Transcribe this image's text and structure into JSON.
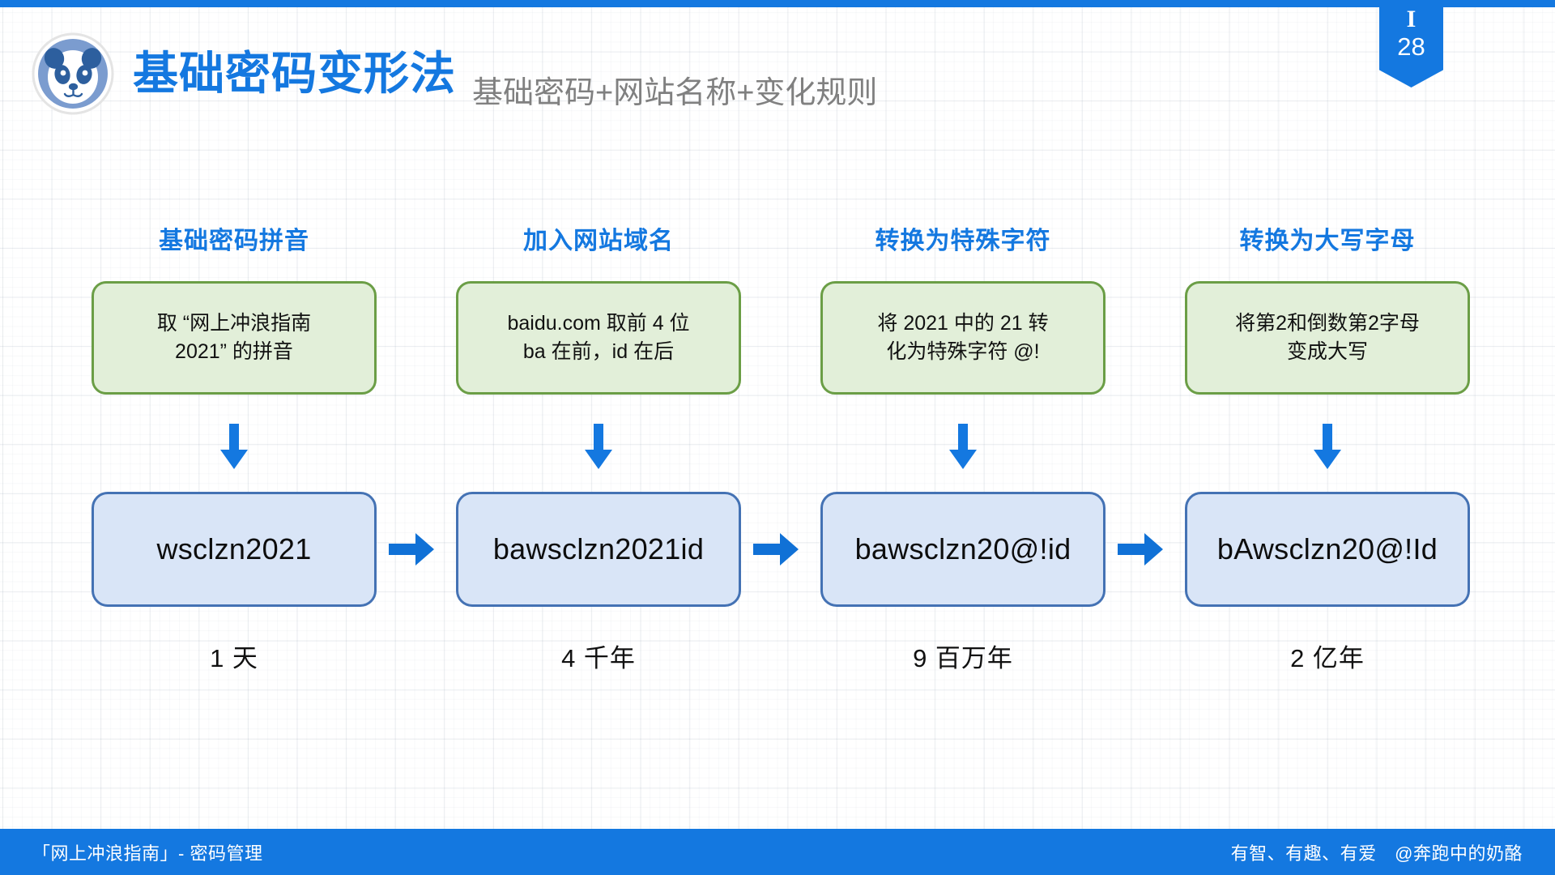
{
  "badge": {
    "letter": "I",
    "number": "28"
  },
  "header": {
    "logo_icon": "panda-logo-icon",
    "title": "基础密码变形法",
    "subtitle": "基础密码+网站名称+变化规则"
  },
  "colors": {
    "accent_blue": "#1478e0",
    "title_blue": "#1478e0",
    "green_box_fill": "#e2efd9",
    "green_box_border": "#6b9e46",
    "blue_box_fill": "#d9e5f7",
    "blue_box_border": "#4472b4",
    "subtitle_gray": "#808080",
    "footer_text": "#ffffff"
  },
  "columns": [
    {
      "head": "基础密码拼音",
      "rule": "取 “网上冲浪指南\n2021” 的拼音",
      "password": "wsclzn2021",
      "crack_time": "1 天",
      "has_incoming_arrow": false
    },
    {
      "head": "加入网站域名",
      "rule": "baidu.com 取前 4 位\nba 在前，id 在后",
      "password": "bawsclzn2021id",
      "crack_time": "4 千年",
      "has_incoming_arrow": true
    },
    {
      "head": "转换为特殊字符",
      "rule": "将 2021 中的 21 转\n化为特殊字符 @!",
      "password": "bawsclzn20@!id",
      "crack_time": "9 百万年",
      "has_incoming_arrow": true
    },
    {
      "head": "转换为大写字母",
      "rule": "将第2和倒数第2字母\n变成大写",
      "password": "bAwsclzn20@!Id",
      "crack_time": "2 亿年",
      "has_incoming_arrow": true
    }
  ],
  "footer": {
    "left": "「网上冲浪指南」- 密码管理",
    "right": "有智、有趣、有爱　@奔跑中的奶酪"
  }
}
